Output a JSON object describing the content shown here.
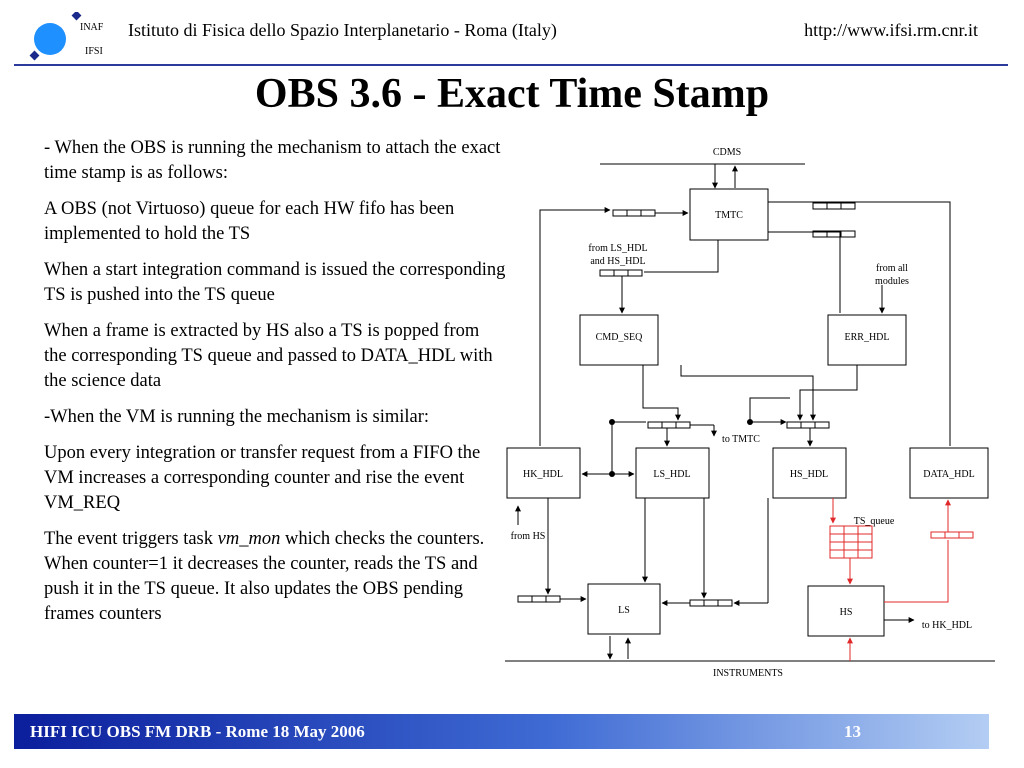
{
  "header": {
    "logo_inaf": "INAF",
    "logo_ifsi": "IFSI",
    "institute": "Istituto di Fisica dello Spazio Interplanetario - Roma (Italy)",
    "url": "http://www.ifsi.rm.cnr.it"
  },
  "title": "OBS 3.6 - Exact Time Stamp",
  "bullets": [
    "- When the OBS is running the mechanism to attach the exact time stamp is as follows:",
    "A OBS (not Virtuoso) queue for each HW fifo has been implemented to hold the TS",
    "When a start integration command is issued the corresponding TS is pushed into the TS queue",
    "When a frame is extracted by HS also a TS is popped from the corresponding TS queue and passed to DATA_HDL with the science data",
    "-When the VM is running the mechanism is similar:",
    "Upon every integration or transfer request from a FIFO the VM increases a corresponding counter and rise the event VM_REQ"
  ],
  "bullet_last": {
    "before": "The event triggers task ",
    "emph": "vm_mon",
    "after": " which checks the counters. When counter=1 it decreases the counter, reads the TS and push it in the TS queue. It also updates the OBS pending frames counters"
  },
  "diagram": {
    "cdms": "CDMS",
    "instruments": "INSTRUMENTS",
    "tmtc": "TMTC",
    "cmd_seq": "CMD_SEQ",
    "err_hdl": "ERR_HDL",
    "hk_hdl": "HK_HDL",
    "ls_hdl": "LS_HDL",
    "hs_hdl": "HS_HDL",
    "data_hdl": "DATA_HDL",
    "ls": "LS",
    "hs": "HS",
    "from_ls_hdl_1": "from LS_HDL",
    "from_ls_hdl_2": "and HS_HDL",
    "from_all_1": "from all",
    "from_all_2": "modules",
    "to_tmtc": "to TMTC",
    "ts_queue": "TS_queue",
    "from_hs": "from HS",
    "to_hk_hdl": "to HK_HDL"
  },
  "colors": {
    "footer_start": "#0b1e9c",
    "footer_end": "#b3cdf3",
    "rule": "#2b3a9c",
    "ts_red": "#e0282a",
    "logo_blue": "#1e90ff",
    "logo_navy": "#1a2a8c"
  },
  "footer": {
    "text": "HIFI ICU OBS FM DRB - Rome 18 May 2006",
    "page": "13"
  }
}
